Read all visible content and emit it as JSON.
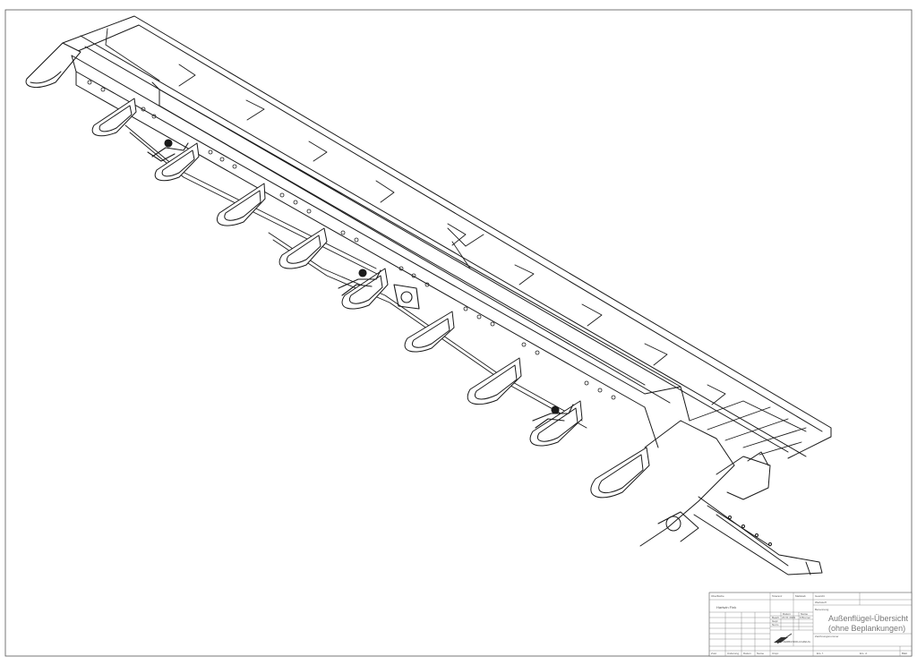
{
  "title_block": {
    "drawing_title_line1": "Außenflügel-Übersicht",
    "drawing_title_line2": "(ohne Beplankungen)",
    "name_entry": "Hartwin Fink",
    "label_benennung": "Benennung",
    "label_werkstoff": "Werkstoff",
    "label_zeichnungsnummer": "Zeichnungsnummer",
    "label_datum": "Datum",
    "label_name": "Name",
    "label_bearb": "Bearb.",
    "label_gepr": "Gepr.",
    "label_norm": "Norm",
    "date_value": "23.01.2009",
    "bearb_name": "F.Bremer",
    "label_zustand": "Zust.",
    "label_aenderung": "Änderung",
    "label_blatt": "Blatt",
    "label_ursprung": "Urspr.",
    "label_ers_fuer": "Ers. f.",
    "label_ers_durch": "Ers. d.",
    "label_massstab": "Maßstab",
    "label_gewicht": "Gewicht",
    "label_oberflaeche": "Oberfläche",
    "label_toleranz": "Toleranz",
    "logo_text": "VERBUNDFLUGZEUG"
  },
  "colors": {
    "line": "#1a1a1a",
    "frame": "#555555",
    "paper": "#ffffff"
  }
}
